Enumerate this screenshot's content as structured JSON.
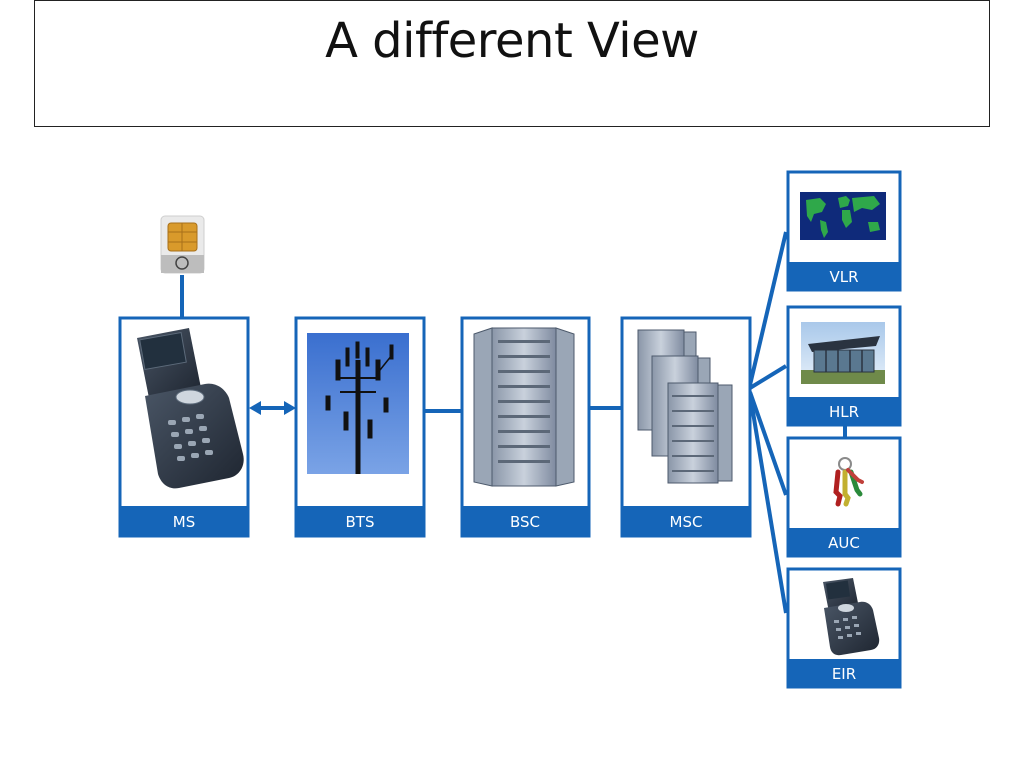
{
  "slide": {
    "title": "A different View"
  },
  "colors": {
    "accent": "#1565b8",
    "white": "#ffffff",
    "sky": "#4a7fd4"
  },
  "nodes": {
    "ms": "MS",
    "bts": "BTS",
    "bsc": "BSC",
    "msc": "MSC",
    "vlr": "VLR",
    "hlr": "HLR",
    "auc": "AUC",
    "eir": "EIR"
  },
  "icons": {
    "sim": "sim-card-icon",
    "ms": "mobile-phone-icon",
    "bts": "cell-tower-icon",
    "bsc": "server-rack-icon",
    "msc": "server-racks-icon",
    "vlr": "world-map-icon",
    "hlr": "building-icon",
    "auc": "keys-icon",
    "eir": "mobile-phone-icon"
  }
}
